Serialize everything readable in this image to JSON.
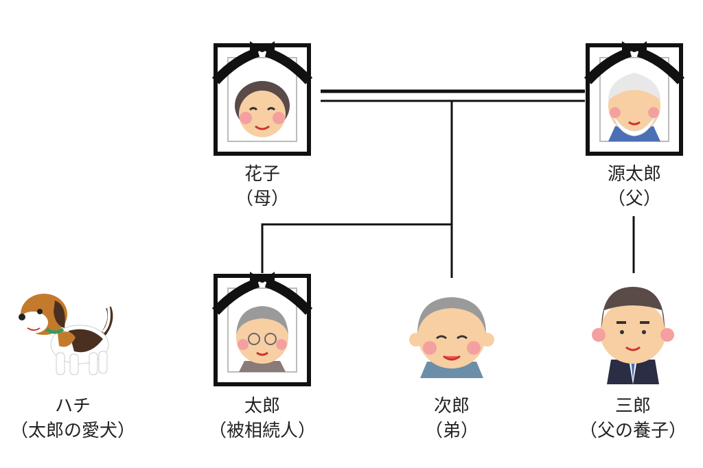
{
  "people": {
    "hanako": {
      "name": "花子",
      "relation": "（母）",
      "deceased": true
    },
    "gentaro": {
      "name": "源太郎",
      "relation": "（父）",
      "deceased": true
    },
    "taro": {
      "name": "太郎",
      "relation": "（被相続人）",
      "deceased": true
    },
    "jiro": {
      "name": "次郎",
      "relation": "（弟）",
      "deceased": false
    },
    "saburo": {
      "name": "三郎",
      "relation": "（父の養子）",
      "deceased": false
    },
    "hachi": {
      "name": "ハチ",
      "relation": "（太郎の愛犬）",
      "species": "dog"
    }
  },
  "colors": {
    "line": "#111111",
    "skin": "#f7cfa3",
    "cheek": "#f4a0a0",
    "gray_hair": "#9a9a9a",
    "dark_hair": "#5a4a48",
    "suit": "#2b2d44",
    "tie": "#4a6fb5",
    "dog_brown": "#c47a2c",
    "dog_dark": "#4a3020"
  }
}
